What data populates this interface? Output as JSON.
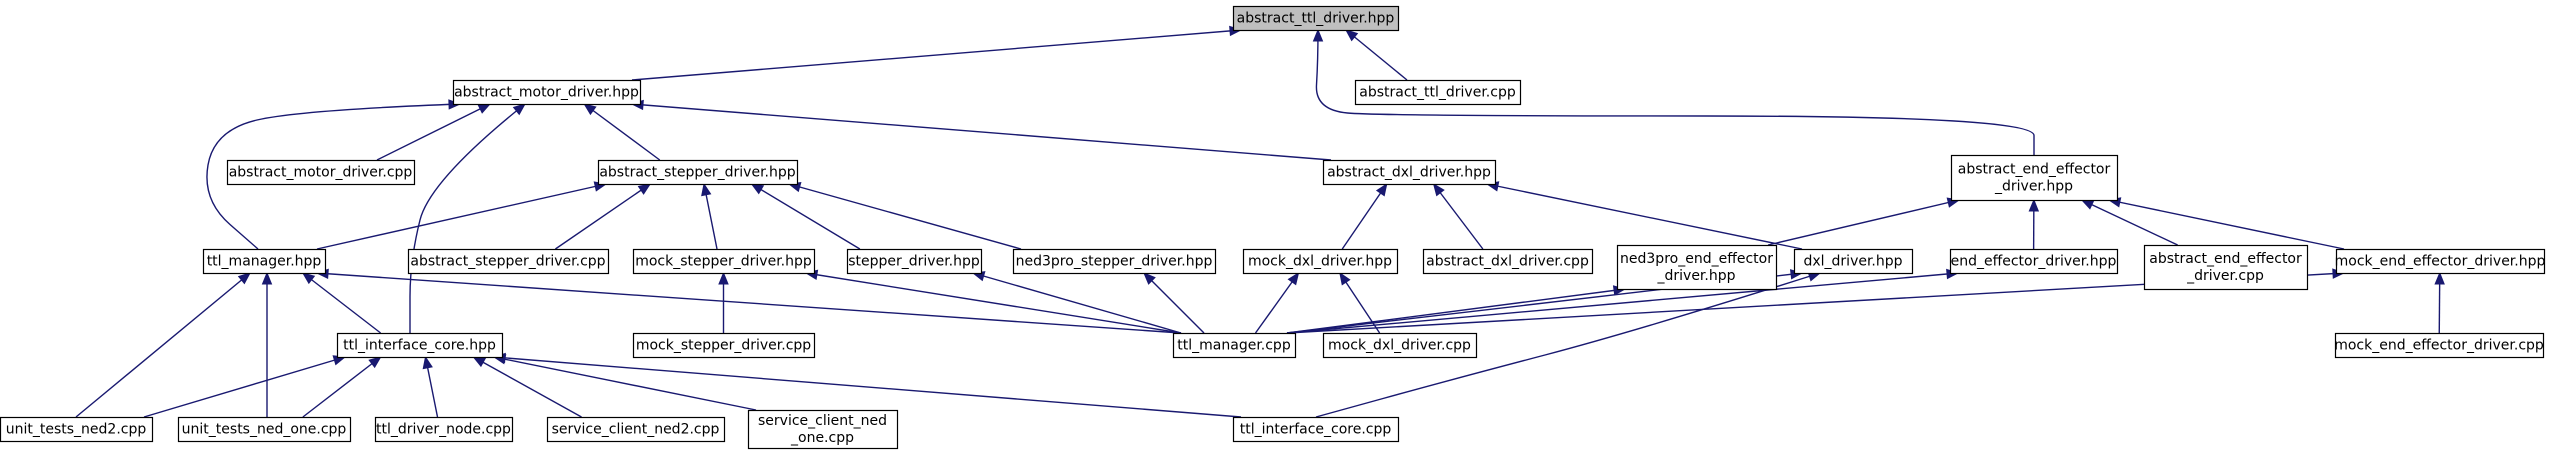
{
  "graph": {
    "direction": "included-by",
    "edge_color": "#191970",
    "root_fill": "#bfbfbf",
    "nodes": [
      {
        "id": "n0",
        "lines": [
          "abstract_ttl_driver.hpp"
        ],
        "root": true
      },
      {
        "id": "n1",
        "lines": [
          "abstract_motor_driver.hpp"
        ]
      },
      {
        "id": "n2",
        "lines": [
          "abstract_ttl_driver.cpp"
        ]
      },
      {
        "id": "n3",
        "lines": [
          "abstract_end_effector",
          "_driver.hpp"
        ]
      },
      {
        "id": "n4",
        "lines": [
          "abstract_motor_driver.cpp"
        ]
      },
      {
        "id": "n5",
        "lines": [
          "abstract_stepper_driver.hpp"
        ]
      },
      {
        "id": "n6",
        "lines": [
          "abstract_dxl_driver.hpp"
        ]
      },
      {
        "id": "n7",
        "lines": [
          "ttl_manager.hpp"
        ]
      },
      {
        "id": "n8",
        "lines": [
          "abstract_stepper_driver.cpp"
        ]
      },
      {
        "id": "n9",
        "lines": [
          "mock_stepper_driver.hpp"
        ]
      },
      {
        "id": "n10",
        "lines": [
          "stepper_driver.hpp"
        ]
      },
      {
        "id": "n11",
        "lines": [
          "ned3pro_stepper_driver.hpp"
        ]
      },
      {
        "id": "n12",
        "lines": [
          "mock_dxl_driver.hpp"
        ]
      },
      {
        "id": "n13",
        "lines": [
          "abstract_dxl_driver.cpp"
        ]
      },
      {
        "id": "n14",
        "lines": [
          "ned3pro_end_effector",
          "_driver.hpp"
        ]
      },
      {
        "id": "n15",
        "lines": [
          "dxl_driver.hpp"
        ]
      },
      {
        "id": "n16",
        "lines": [
          "end_effector_driver.hpp"
        ]
      },
      {
        "id": "n17",
        "lines": [
          "abstract_end_effector",
          "_driver.cpp"
        ]
      },
      {
        "id": "n18",
        "lines": [
          "mock_end_effector_driver.hpp"
        ]
      },
      {
        "id": "n19",
        "lines": [
          "ttl_interface_core.hpp"
        ]
      },
      {
        "id": "n20",
        "lines": [
          "mock_stepper_driver.cpp"
        ]
      },
      {
        "id": "n21",
        "lines": [
          "ttl_manager.cpp"
        ]
      },
      {
        "id": "n22",
        "lines": [
          "mock_dxl_driver.cpp"
        ]
      },
      {
        "id": "n23",
        "lines": [
          "mock_end_effector_driver.cpp"
        ]
      },
      {
        "id": "n24",
        "lines": [
          "unit_tests_ned2.cpp"
        ]
      },
      {
        "id": "n25",
        "lines": [
          "unit_tests_ned_one.cpp"
        ]
      },
      {
        "id": "n26",
        "lines": [
          "ttl_driver_node.cpp"
        ]
      },
      {
        "id": "n27",
        "lines": [
          "service_client_ned2.cpp"
        ]
      },
      {
        "id": "n28",
        "lines": [
          "service_client_ned",
          "_one.cpp"
        ]
      },
      {
        "id": "n29",
        "lines": [
          "ttl_interface_core.cpp"
        ]
      }
    ],
    "edges": [
      {
        "from": "n0",
        "to": "n1"
      },
      {
        "from": "n0",
        "to": "n2"
      },
      {
        "from": "n0",
        "to": "n3"
      },
      {
        "from": "n1",
        "to": "n4"
      },
      {
        "from": "n1",
        "to": "n5"
      },
      {
        "from": "n1",
        "to": "n6"
      },
      {
        "from": "n1",
        "to": "n7"
      },
      {
        "from": "n1",
        "to": "n19"
      },
      {
        "from": "n5",
        "to": "n7"
      },
      {
        "from": "n5",
        "to": "n8"
      },
      {
        "from": "n5",
        "to": "n9"
      },
      {
        "from": "n5",
        "to": "n10"
      },
      {
        "from": "n5",
        "to": "n11"
      },
      {
        "from": "n6",
        "to": "n12"
      },
      {
        "from": "n6",
        "to": "n13"
      },
      {
        "from": "n6",
        "to": "n15"
      },
      {
        "from": "n3",
        "to": "n14"
      },
      {
        "from": "n3",
        "to": "n16"
      },
      {
        "from": "n3",
        "to": "n17"
      },
      {
        "from": "n3",
        "to": "n18"
      },
      {
        "from": "n7",
        "to": "n19"
      },
      {
        "from": "n7",
        "to": "n21"
      },
      {
        "from": "n7",
        "to": "n24"
      },
      {
        "from": "n7",
        "to": "n25"
      },
      {
        "from": "n9",
        "to": "n20"
      },
      {
        "from": "n9",
        "to": "n21"
      },
      {
        "from": "n10",
        "to": "n21"
      },
      {
        "from": "n11",
        "to": "n21"
      },
      {
        "from": "n12",
        "to": "n21"
      },
      {
        "from": "n12",
        "to": "n22"
      },
      {
        "from": "n14",
        "to": "n21"
      },
      {
        "from": "n15",
        "to": "n21"
      },
      {
        "from": "n15",
        "to": "n29"
      },
      {
        "from": "n16",
        "to": "n21"
      },
      {
        "from": "n18",
        "to": "n21"
      },
      {
        "from": "n18",
        "to": "n23"
      },
      {
        "from": "n19",
        "to": "n24"
      },
      {
        "from": "n19",
        "to": "n25"
      },
      {
        "from": "n19",
        "to": "n26"
      },
      {
        "from": "n19",
        "to": "n27"
      },
      {
        "from": "n19",
        "to": "n28"
      },
      {
        "from": "n19",
        "to": "n29"
      }
    ]
  }
}
